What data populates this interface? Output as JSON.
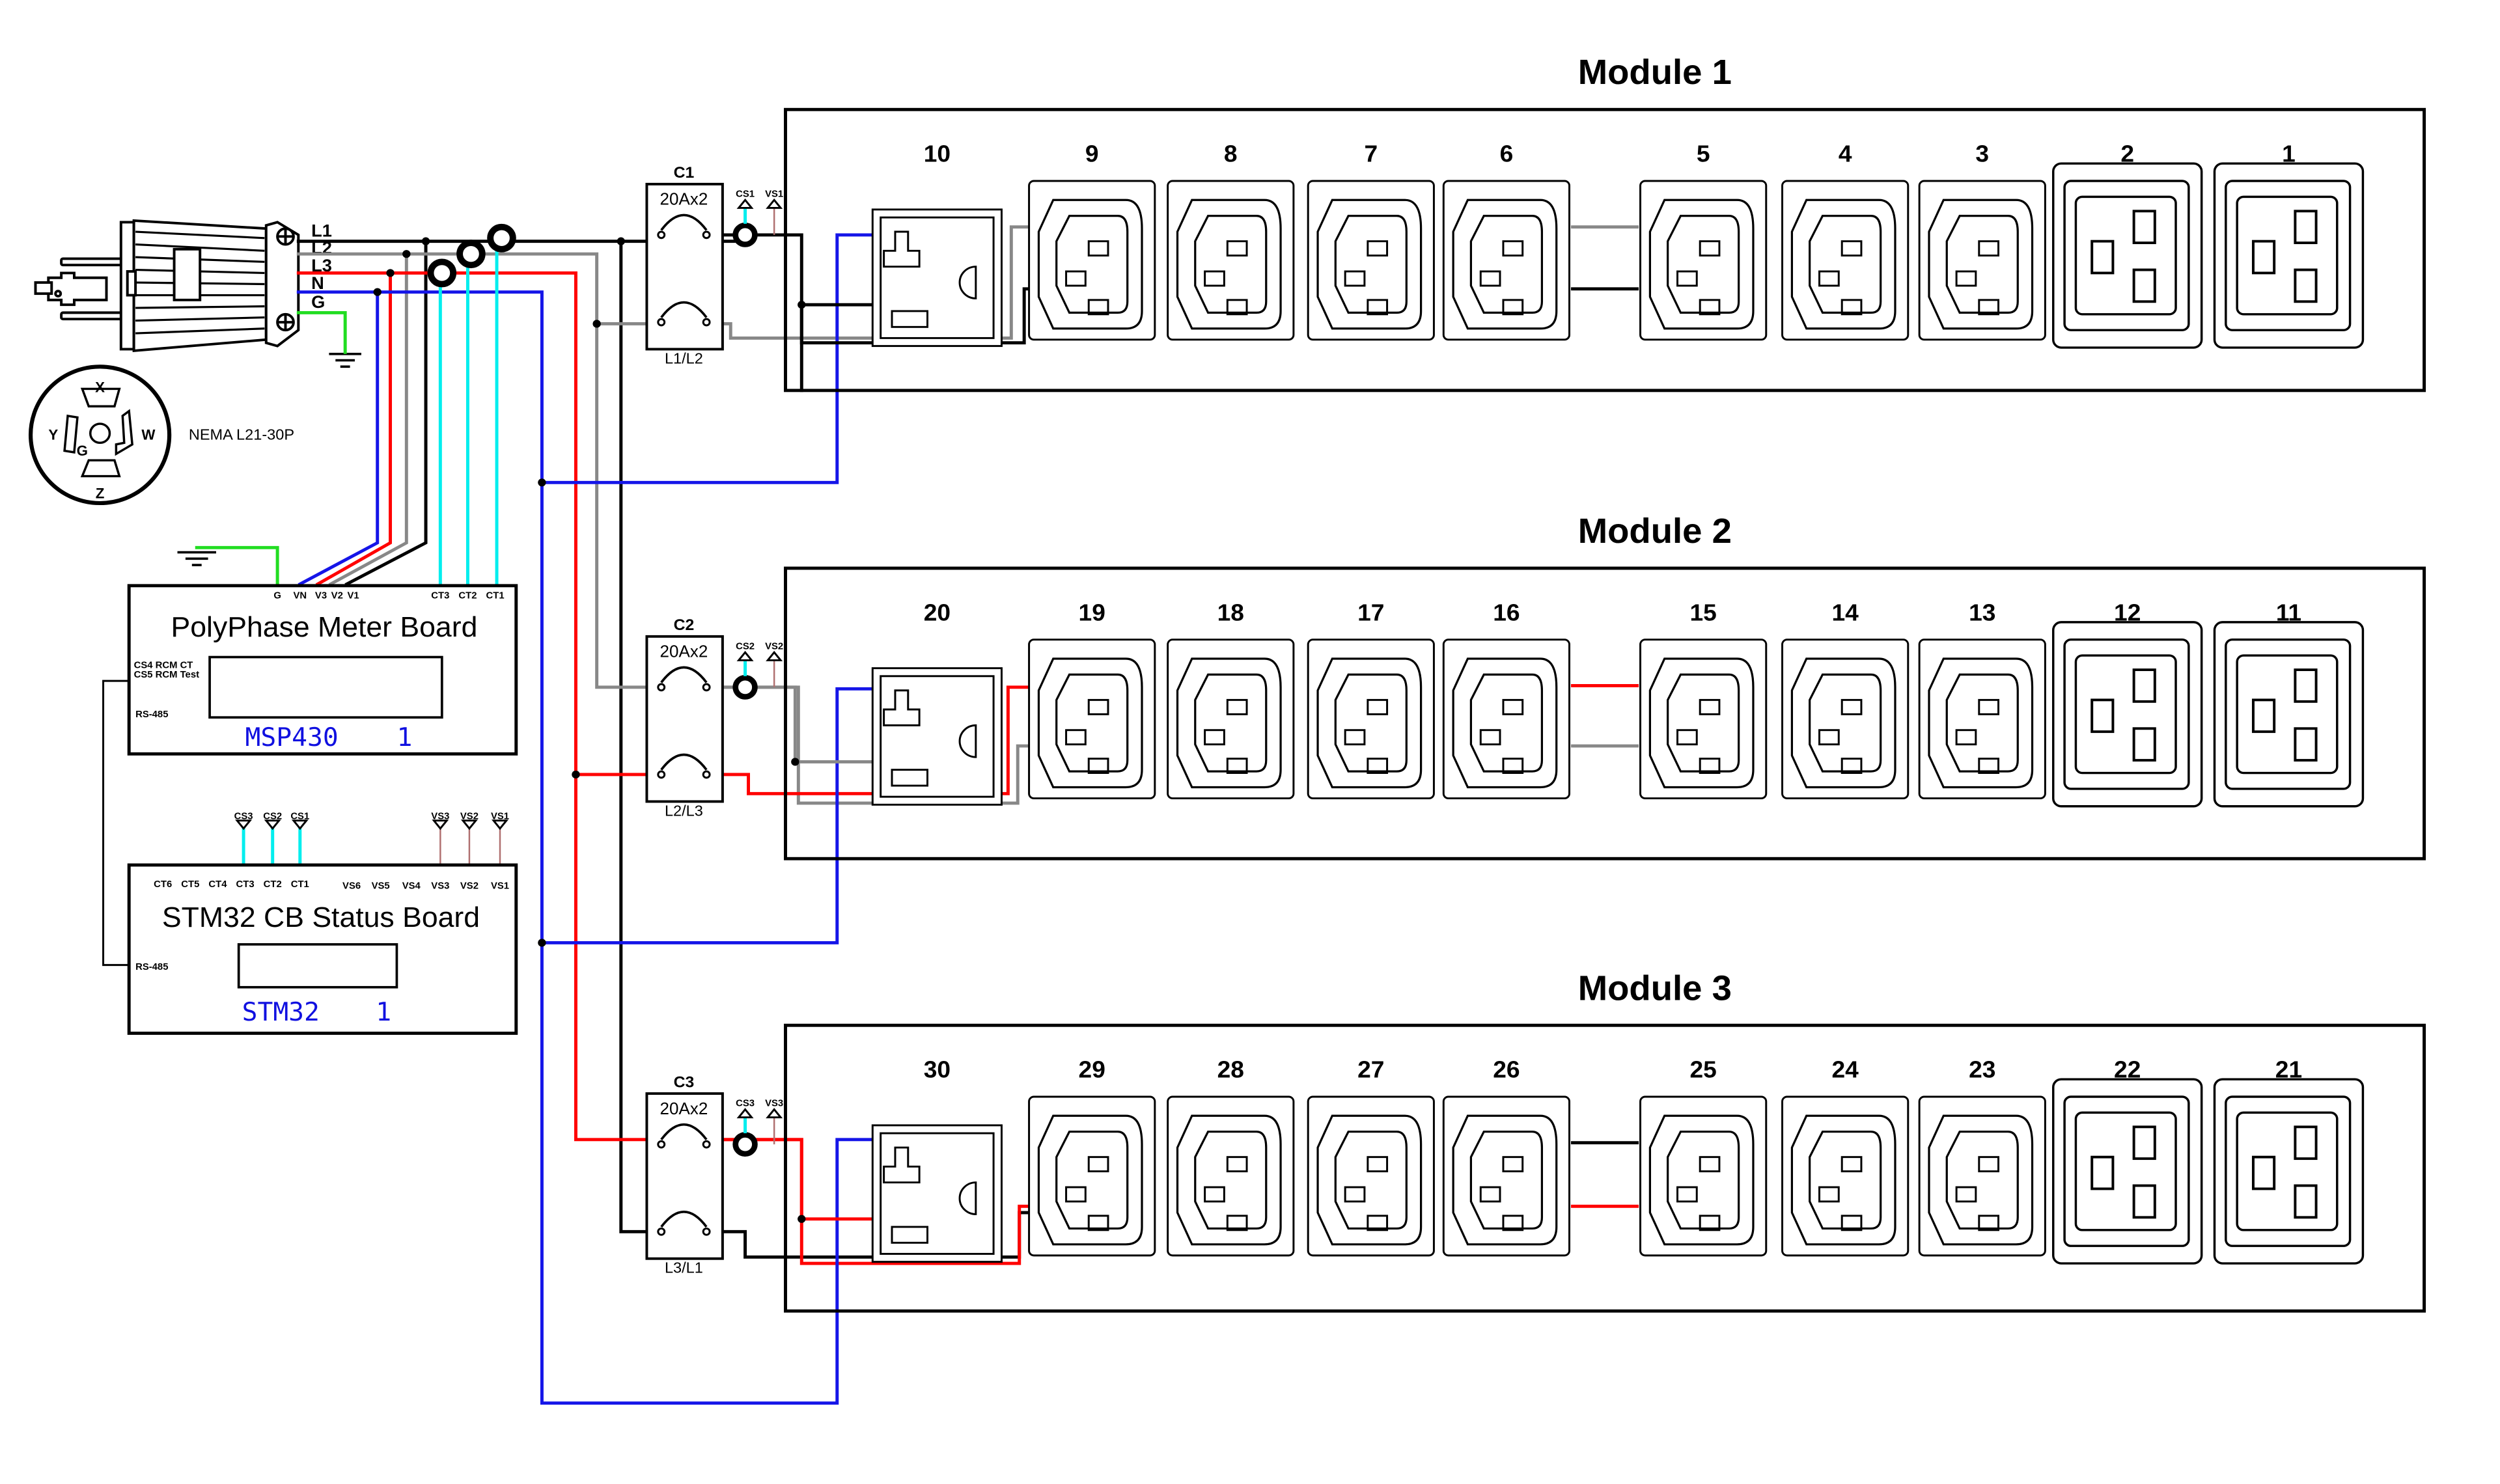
{
  "colors": {
    "L1": "#000000",
    "L2": "#888888",
    "L3": "#ff0000",
    "N": "#1515e8",
    "G": "#22dd22",
    "CT": "#00eeee",
    "VS": "#b07070"
  },
  "plug": {
    "wire_labels": [
      "L1",
      "L2",
      "L3",
      "N",
      "G"
    ],
    "nema_label": "NEMA L21-30P",
    "nema_pins": [
      "X",
      "Y",
      "G",
      "W",
      "Z"
    ]
  },
  "meter_board": {
    "title": "PolyPhase Meter Board",
    "chip": "MSP430",
    "index": "1",
    "top_pins_left": [
      "G",
      "VN",
      "V3",
      "V2",
      "V1"
    ],
    "top_pins_right": [
      "CT3",
      "CT2",
      "CT1"
    ],
    "side_labels": [
      "CS4 RCM CT",
      "CS5 RCM Test"
    ],
    "bus_label": "RS-485"
  },
  "status_board": {
    "title": "STM32 CB Status Board",
    "chip": "STM32",
    "index": "1",
    "ct_pins": [
      "CT6",
      "CT5",
      "CT4",
      "CT3",
      "CT2",
      "CT1"
    ],
    "vs_pins": [
      "VS6",
      "VS5",
      "VS4",
      "VS3",
      "VS2",
      "VS1"
    ],
    "ct_tags": [
      "CS3",
      "CS2",
      "CS1"
    ],
    "vs_tags": [
      "VS3",
      "VS2",
      "VS1"
    ],
    "bus_label": "RS-485"
  },
  "breakers": [
    {
      "id": "C1",
      "rating": "20Ax2",
      "phases": "L1/L2",
      "ct_tag": "CS1",
      "vs_tag": "VS1"
    },
    {
      "id": "C2",
      "rating": "20Ax2",
      "phases": "L2/L3",
      "ct_tag": "CS2",
      "vs_tag": "VS2"
    },
    {
      "id": "C3",
      "rating": "20Ax2",
      "phases": "L3/L1",
      "ct_tag": "CS3",
      "vs_tag": "VS3"
    }
  ],
  "modules": [
    {
      "title": "Module 1",
      "outlets": [
        "10",
        "9",
        "8",
        "7",
        "6",
        "5",
        "4",
        "3",
        "2",
        "1"
      ]
    },
    {
      "title": "Module 2",
      "outlets": [
        "20",
        "19",
        "18",
        "17",
        "16",
        "15",
        "14",
        "13",
        "12",
        "11"
      ]
    },
    {
      "title": "Module 3",
      "outlets": [
        "30",
        "29",
        "28",
        "27",
        "26",
        "25",
        "24",
        "23",
        "22",
        "21"
      ]
    }
  ],
  "outlet_types": [
    "universal",
    "C13",
    "C13",
    "C13",
    "C13",
    "C13",
    "C13",
    "C13",
    "C19",
    "C19"
  ]
}
